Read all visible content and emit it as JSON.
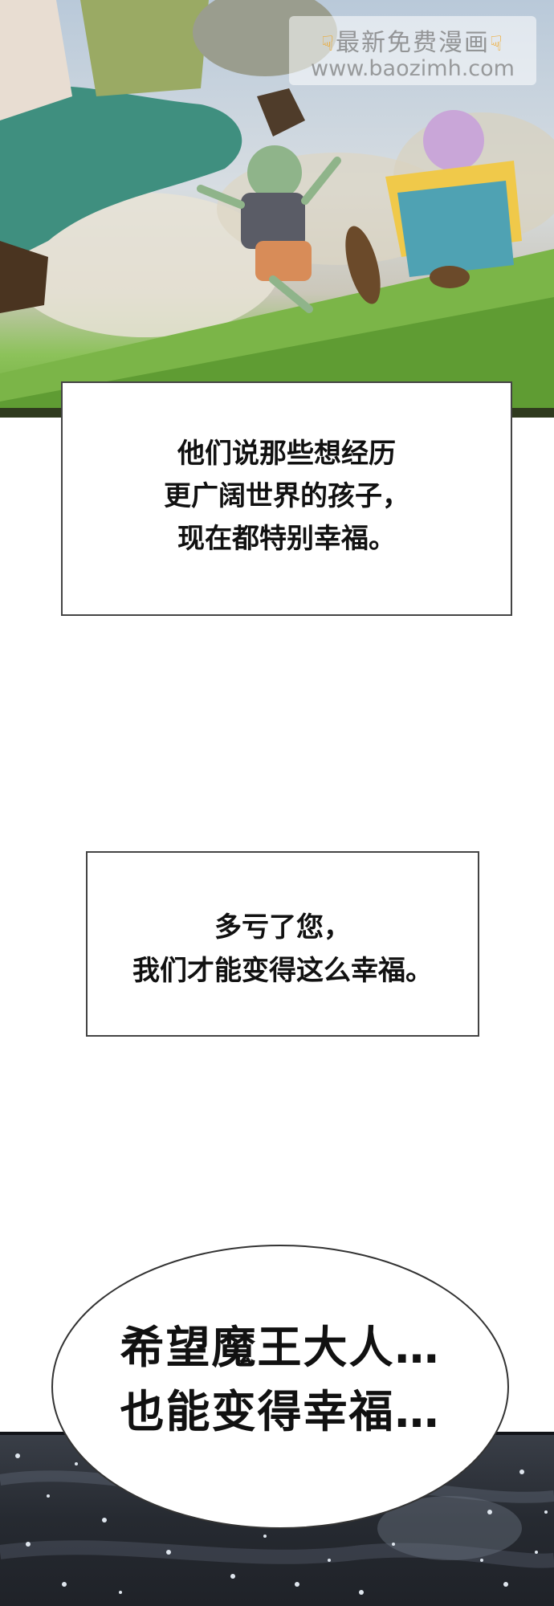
{
  "watermark": {
    "line1": "最新免费漫画",
    "line2": "www.baozimh.com",
    "hand_icon": "pointing-down-hand-icon"
  },
  "captions": [
    {
      "lines": [
        "他们说那些想经历",
        "更广阔世界的孩子，",
        "现在都特别幸福。"
      ]
    },
    {
      "lines": [
        "多亏了您，",
        "我们才能变得这么幸福。"
      ]
    }
  ],
  "speech_bubble": {
    "lines": [
      "希望魔王大人…",
      "也能变得幸福…"
    ]
  },
  "colors": {
    "grass": "#7bb548",
    "sky": "#b9c9d9",
    "dark_panel": "#262a31",
    "text": "#111111",
    "border": "#444444"
  }
}
